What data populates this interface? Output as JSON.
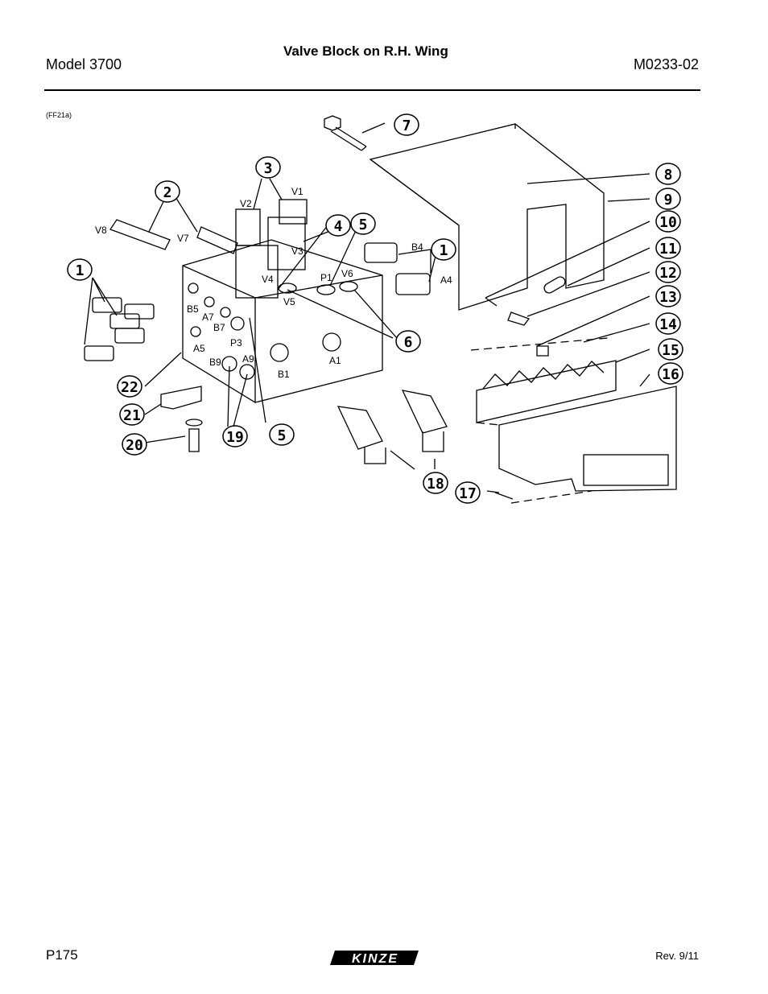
{
  "header": {
    "model": "Model 3700",
    "title": "Valve Block on R.H. Wing",
    "doc_number": "M0233-02"
  },
  "figure": {
    "id": "(FF21a)",
    "callouts": [
      "1",
      "2",
      "3",
      "4",
      "5",
      "6",
      "7",
      "8",
      "9",
      "10",
      "11",
      "12",
      "13",
      "14",
      "15",
      "16",
      "17",
      "18",
      "19",
      "20",
      "21",
      "22",
      "1",
      "5"
    ],
    "port_labels": [
      "V1",
      "V2",
      "V3",
      "V4",
      "V5",
      "V6",
      "V7",
      "V8",
      "P1",
      "P3",
      "A1",
      "A4",
      "A5",
      "A7",
      "A9",
      "B1",
      "B4",
      "B5",
      "B7",
      "B9"
    ]
  },
  "footer": {
    "page": "P175",
    "logo_text": "KINZE",
    "revision": "Rev. 9/11"
  }
}
